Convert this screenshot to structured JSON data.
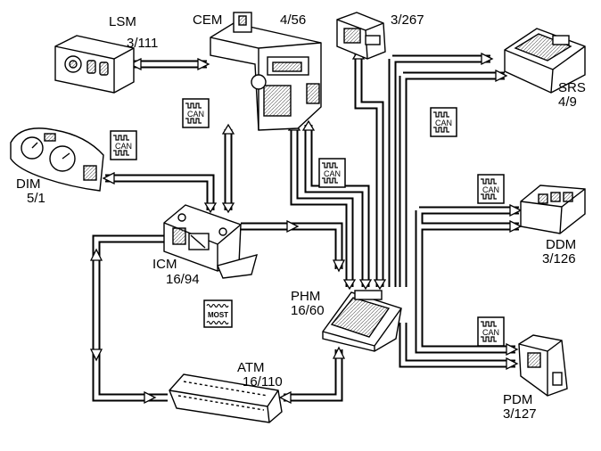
{
  "modules": {
    "lsm": {
      "name": "LSM",
      "ref": "3/111"
    },
    "cem": {
      "name": "CEM",
      "ref": "4/56"
    },
    "unnamed": {
      "ref": "3/267"
    },
    "srs": {
      "name": "SRS",
      "ref": "4/9"
    },
    "dim": {
      "name": "DIM",
      "ref": "5/1"
    },
    "icm": {
      "name": "ICM",
      "ref": "16/94"
    },
    "phm": {
      "name": "PHM",
      "ref": "16/60"
    },
    "ddm": {
      "name": "DDM",
      "ref": "3/126"
    },
    "atm": {
      "name": "ATM",
      "ref": "16/110"
    },
    "pdm": {
      "name": "PDM",
      "ref": "3/127"
    }
  },
  "bus_badges": {
    "can": "CAN",
    "most": "MOST"
  }
}
